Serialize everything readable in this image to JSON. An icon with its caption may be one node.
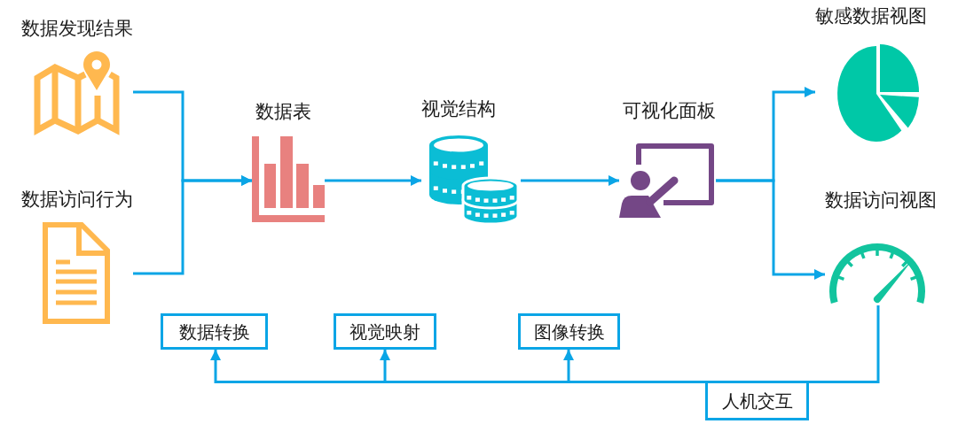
{
  "diagram": {
    "nodes": [
      {
        "text": [
          "数据发现结果"
        ]
      },
      {
        "text": [
          "数据访问行为"
        ]
      },
      {
        "text": [
          "数据表"
        ]
      },
      {
        "text": [
          "视觉结构"
        ]
      },
      {
        "text": [
          "可视化面板"
        ]
      },
      {
        "text": [
          "敏感数据视图"
        ]
      },
      {
        "text": [
          "数据访问视图"
        ]
      },
      {
        "text": [
          "数据转换"
        ]
      },
      {
        "text": [
          "视觉映射"
        ]
      },
      {
        "text": [
          "图像转换"
        ]
      },
      {
        "text": [
          "人机交互"
        ]
      }
    ],
    "edges": [
      {
        "from": 0,
        "to": 2,
        "arrow": "to"
      },
      {
        "from": 1,
        "to": 2,
        "arrow": "to"
      },
      {
        "from": 2,
        "to": 3,
        "arrow": "to"
      },
      {
        "from": 3,
        "to": 4,
        "arrow": "to"
      },
      {
        "from": 4,
        "to": 5,
        "arrow": "to"
      },
      {
        "from": 4,
        "to": 6,
        "arrow": "to"
      },
      {
        "from": 6,
        "to": 10,
        "arrow": "none"
      },
      {
        "from": 10,
        "to": 7,
        "arrow": "to"
      },
      {
        "from": 10,
        "to": 8,
        "arrow": "to"
      },
      {
        "from": 10,
        "to": 9,
        "arrow": "to"
      }
    ]
  }
}
